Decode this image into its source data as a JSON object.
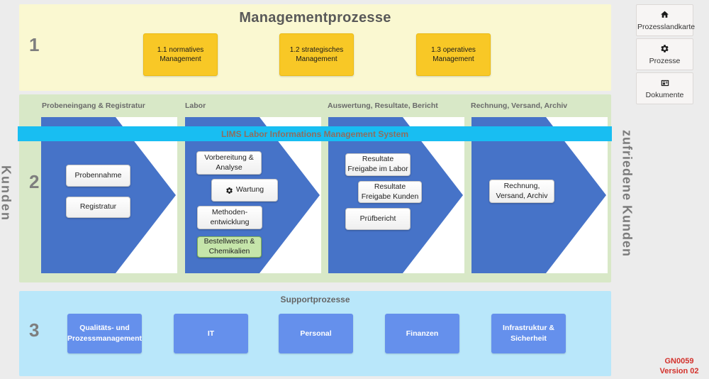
{
  "management": {
    "number": "1",
    "title": "Managementprozesse",
    "boxes": [
      {
        "label": "1.1 normatives\nManagement"
      },
      {
        "label": "1.2 strategisches\nManagement"
      },
      {
        "label": "1.3 operatives\nManagement"
      }
    ]
  },
  "core": {
    "number": "2",
    "lims_bar": "LIMS Labor Informations Management System",
    "columns": [
      {
        "header": "Probeneingang & Registratur",
        "boxes": [
          {
            "label": "Probennahme"
          },
          {
            "label": "Registratur"
          }
        ]
      },
      {
        "header": "Labor",
        "boxes": [
          {
            "label": "Vorbereitung &\nAnalyse"
          },
          {
            "label": "Wartung",
            "icon": "gear-icon"
          },
          {
            "label": "Methoden-\nentwicklung"
          },
          {
            "label": "Bestellwesen &\nChemikalien",
            "variant": "green"
          }
        ]
      },
      {
        "header": "Auswertung, Resultate, Bericht",
        "boxes": [
          {
            "label": "Resultate\nFreigabe im Labor"
          },
          {
            "label": "Resultate\nFreigabe Kunden"
          },
          {
            "label": "Prüfbericht"
          }
        ]
      },
      {
        "header": "Rechnung, Versand, Archiv",
        "boxes": [
          {
            "label": "Rechnung,\nVersand, Archiv"
          }
        ]
      }
    ]
  },
  "support": {
    "number": "3",
    "title": "Supportprozesse",
    "boxes": [
      {
        "label": "Qualitäts- und\nProzessmanagement"
      },
      {
        "label": "IT"
      },
      {
        "label": "Personal"
      },
      {
        "label": "Finanzen"
      },
      {
        "label": "Infrastruktur &\nSicherheit"
      }
    ]
  },
  "side_labels": {
    "left": "Kunden",
    "right": "zufriedene Kunden"
  },
  "sidebar": {
    "items": [
      {
        "label": "Prozesslandkarte",
        "icon": "home-icon"
      },
      {
        "label": "Prozesse",
        "icon": "gear-icon"
      },
      {
        "label": "Dokumente",
        "icon": "documents-icon"
      }
    ]
  },
  "version": {
    "code": "GN0059",
    "text": "Version 02"
  },
  "colors": {
    "page_bg": "#ECECEC",
    "management_band": "#FAF8D1",
    "management_box": "#F8C826",
    "core_band": "#D8E8C7",
    "arrow_blue": "#4673C8",
    "lims_bar": "#18BEF2",
    "lims_text": "#8D6E60",
    "green_box": "#C5E5AA",
    "support_band": "#B9E7FA",
    "support_box": "#6590EC",
    "version_red": "#D3312B"
  }
}
